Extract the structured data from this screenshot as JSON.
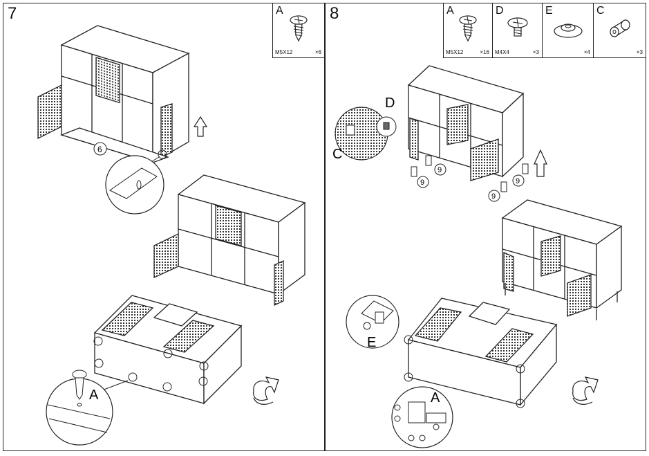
{
  "step7": {
    "number": "7",
    "parts": [
      {
        "letter": "A",
        "spec": "M5X12",
        "qty": "×6",
        "icon": "screw-icon"
      }
    ],
    "callouts": {
      "part_no": "6",
      "screw_label": "A"
    }
  },
  "step8": {
    "number": "8",
    "parts": [
      {
        "letter": "A",
        "spec": "M5X12",
        "qty": "×16",
        "icon": "screw-icon"
      },
      {
        "letter": "D",
        "spec": "M4X4",
        "qty": "×3",
        "icon": "bolt-icon"
      },
      {
        "letter": "E",
        "spec": "",
        "qty": "×4",
        "icon": "washer-icon"
      },
      {
        "letter": "C",
        "spec": "",
        "qty": "×3",
        "icon": "cam-nut-icon"
      }
    ],
    "callouts": {
      "d_label": "D",
      "c_label": "C",
      "e_label": "E",
      "a_label": "A",
      "leg_no_1": "9",
      "leg_no_2": "9",
      "leg_no_3": "9",
      "leg_no_4": "9"
    }
  }
}
